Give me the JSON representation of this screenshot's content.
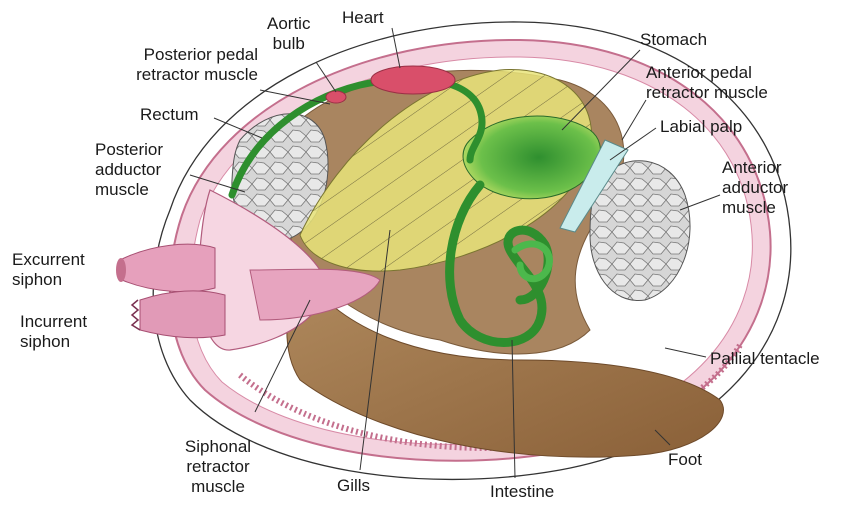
{
  "labels": {
    "aortic_bulb": [
      "Aortic",
      "bulb"
    ],
    "heart": "Heart",
    "stomach": "Stomach",
    "posterior_pedal_retractor": [
      "Posterior pedal",
      "retractor muscle"
    ],
    "anterior_pedal_retractor": [
      "Anterior pedal",
      "retractor muscle"
    ],
    "rectum": "Rectum",
    "labial_palp": "Labial palp",
    "posterior_adductor": [
      "Posterior",
      "adductor",
      "muscle"
    ],
    "anterior_adductor": [
      "Anterior",
      "adductor",
      "muscle"
    ],
    "excurrent_siphon": [
      "Excurrent",
      "siphon"
    ],
    "incurrent_siphon": [
      "Incurrent",
      "siphon"
    ],
    "pallial_tentacle": "Pallial tentacle",
    "siphonal_retractor": [
      "Siphonal",
      "retractor",
      "muscle"
    ],
    "gills": "Gills",
    "intestine": "Intestine",
    "foot": "Foot"
  },
  "colors": {
    "mantle_pink": "#e6a6bf",
    "siphon_pink": "#dc8fae",
    "visceral_brown": "#a07c55",
    "foot_brown": "#9a7148",
    "gill_yellow": "#e8e070",
    "gut_green": "#3aa63a",
    "heart_red": "#d94f6a",
    "muscle_gray": "#c9c9c9"
  }
}
